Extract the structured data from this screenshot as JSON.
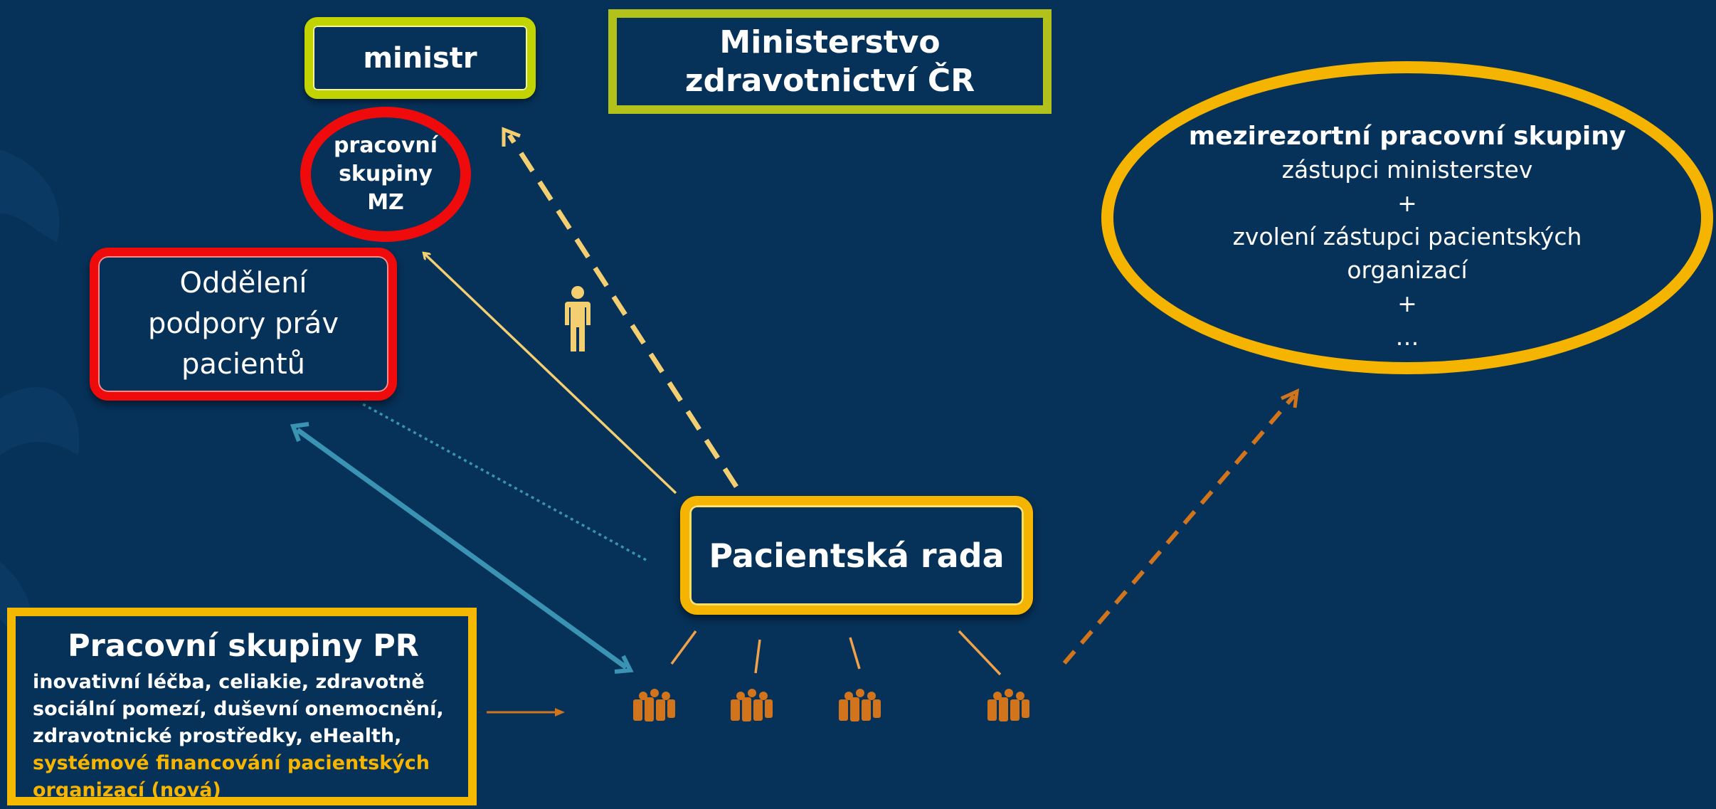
{
  "nodes": {
    "ministr": "ministr",
    "ministerstvo": "Ministerstvo zdravotnictví ČR",
    "pracovni_skupiny_mz": "pracovní skupiny MZ",
    "oddeleni": "Oddělení podpory práv pacientů",
    "pacientska_rada": "Pacientská rada",
    "pracovni_skupiny_pr": {
      "title": "Pracovní skupiny PR",
      "topics": "inovativní léčba, celiakie, zdravotně sociální pomezí, duševní onemocnění, zdravotnické prostředky, eHealth,",
      "new_topic": "systémové financování pacientských organizací (nová)"
    },
    "mezirezortni": {
      "title": "mezirezortní pracovní skupiny",
      "line1": "zástupci ministerstev",
      "plus1": "+",
      "line2": "zvolení zástupci pacientských organizací",
      "plus2": "+",
      "ellipsis": "…"
    }
  },
  "icons": {
    "person": "person-icon",
    "group": "people-group-icon",
    "group_count": 4
  },
  "colors": {
    "background": "#063158",
    "yellow_green": "#c2d400",
    "red": "#ef0b0b",
    "gold": "#f5b400",
    "teal": "#3a93b3",
    "light_yellow": "#f3cf72",
    "orange": "#d2741b"
  }
}
